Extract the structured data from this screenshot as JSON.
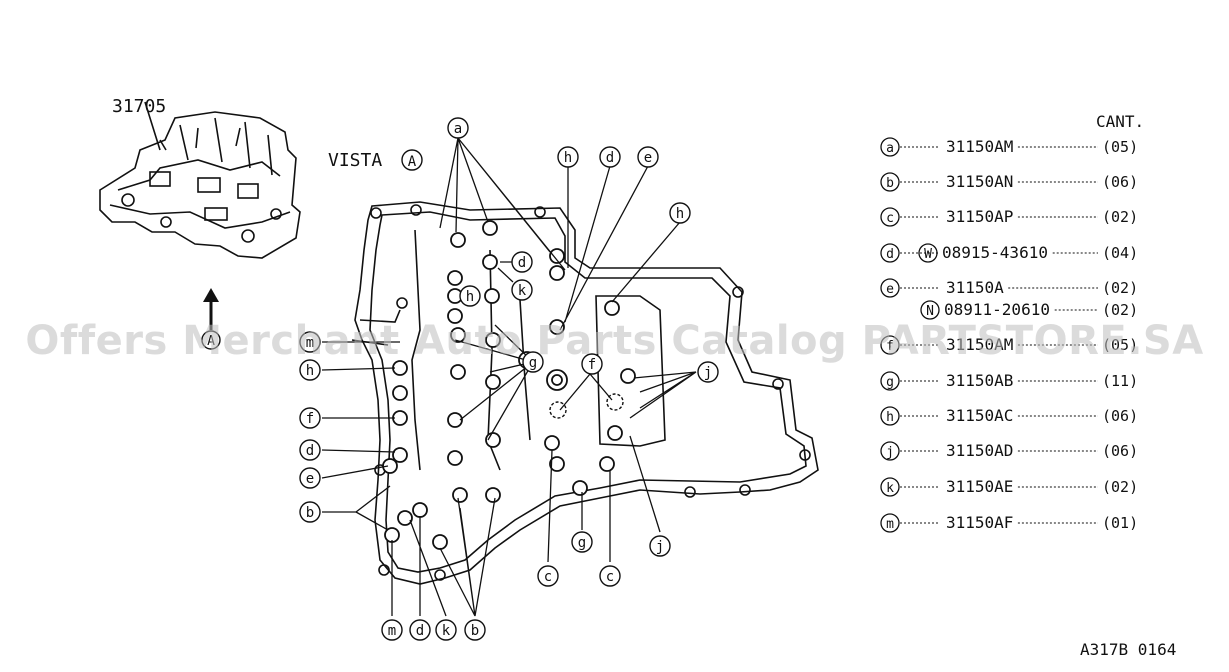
{
  "part_number_top": "31705",
  "view_title": "VISTA",
  "view_marker": "A",
  "arrow_marker": "A",
  "qty_header": "CANT.",
  "legend": [
    {
      "key": "a",
      "prefix": "",
      "part": "31150AM",
      "qty": "(05)"
    },
    {
      "key": "b",
      "prefix": "",
      "part": "31150AN",
      "qty": "(06)"
    },
    {
      "key": "c",
      "prefix": "",
      "part": "31150AP",
      "qty": "(02)"
    },
    {
      "key": "d",
      "prefix": "W",
      "part": "08915-43610",
      "qty": "(04)"
    },
    {
      "key": "e",
      "prefix": "",
      "part": "31150A",
      "qty": "(02)"
    },
    {
      "key": "",
      "prefix": "N",
      "part": "08911-20610",
      "qty": "(02)"
    },
    {
      "key": "f",
      "prefix": "",
      "part": "31150AM",
      "qty": "(05)"
    },
    {
      "key": "g",
      "prefix": "",
      "part": "31150AB",
      "qty": "(11)"
    },
    {
      "key": "h",
      "prefix": "",
      "part": "31150AC",
      "qty": "(06)"
    },
    {
      "key": "j",
      "prefix": "",
      "part": "31150AD",
      "qty": "(06)"
    },
    {
      "key": "k",
      "prefix": "",
      "part": "31150AE",
      "qty": "(02)"
    },
    {
      "key": "m",
      "prefix": "",
      "part": "31150AF",
      "qty": "(01)"
    }
  ],
  "callouts": [
    "a",
    "h",
    "d",
    "e",
    "h",
    "d",
    "k",
    "h",
    "m",
    "h",
    "f",
    "d",
    "e",
    "b",
    "g",
    "f",
    "j",
    "j",
    "g",
    "c",
    "c",
    "m",
    "d",
    "k",
    "b"
  ],
  "drawing_code": "A317B 0164",
  "watermark": "Offers Merchant Auto Parts Catalog PARTSTORE.SA"
}
